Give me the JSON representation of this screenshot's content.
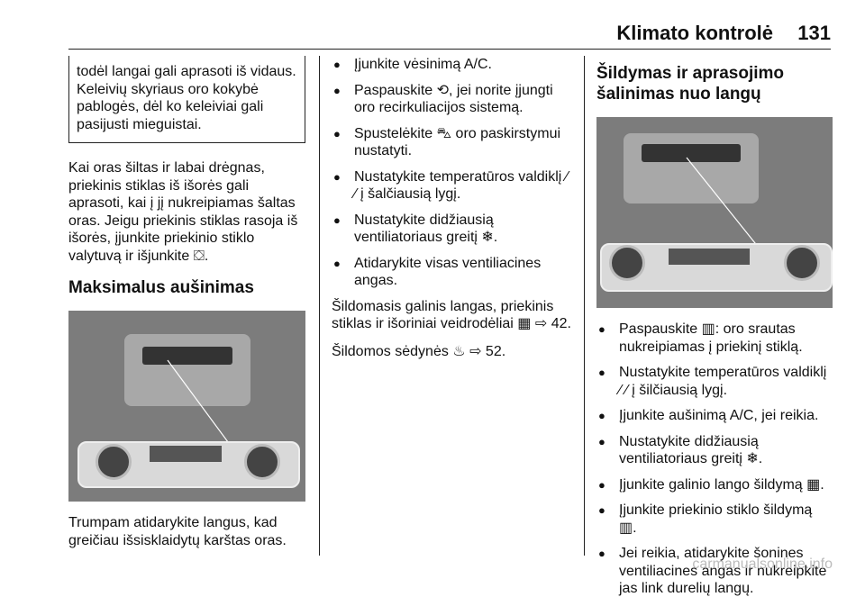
{
  "header": {
    "title": "Klimato kontrolė",
    "page": "131"
  },
  "col1": {
    "box_text": "todėl langai gali aprasoti iš vidaus. Keleivių skyriaus oro kokybė pablogės, dėl ko keleiviai gali pasijusti mieguistai.",
    "para1": "Kai oras šiltas ir labai drėgnas, priekinis stiklas iš išorės gali aprasoti, kai į jį nukreipiamas šaltas oras. Jeigu priekinis stiklas rasoja iš išorės, įjunkite priekinio stiklo valytuvą ir išjunkite ⛋.",
    "heading": "Maksimalus aušinimas",
    "caption": "Trumpam atidarykite langus, kad greičiau išsisklaidytų karštas oras."
  },
  "col2": {
    "bullets": [
      "Įjunkite vėsinimą A/C.",
      "Paspauskite ⟲, jei norite įjungti oro recirkuliacijos sistemą.",
      "Spustelėkite ⛍ oro paskirstymui nustatyti.",
      "Nustatykite temperatūros valdiklį ⁄ ⁄ į šalčiausią lygį.",
      "Nustatykite didžiausią ventiliatoriaus greitį ❄.",
      "Atidarykite visas ventiliacines angas."
    ],
    "para1": "Šildomasis galinis langas, priekinis stiklas ir išoriniai veidrodėliai ▦ ⇨ 42.",
    "para2": "Šildomos sėdynės ♨ ⇨ 52."
  },
  "col3": {
    "heading": "Šildymas ir aprasojimo šalinimas nuo langų",
    "bullets": [
      "Paspauskite ▥: oro srautas nukreipiamas į priekinį stiklą.",
      "Nustatykite temperatūros valdiklį ⁄ ⁄ į šilčiausią lygį.",
      "Įjunkite aušinimą A/C, jei reikia.",
      "Nustatykite didžiausią ventiliatoriaus greitį ❄.",
      "Įjunkite galinio lango šildymą ▦.",
      "Įjunkite priekinio stiklo šildymą ▥.",
      "Jei reikia, atidarykite šonines ventiliacines angas ir nukreipkite jas link durelių langų."
    ]
  },
  "watermark": "carmanualsonline.info",
  "colors": {
    "text": "#111111",
    "image_bg": "#7c7c7c",
    "panel": "#d9d9d9"
  }
}
